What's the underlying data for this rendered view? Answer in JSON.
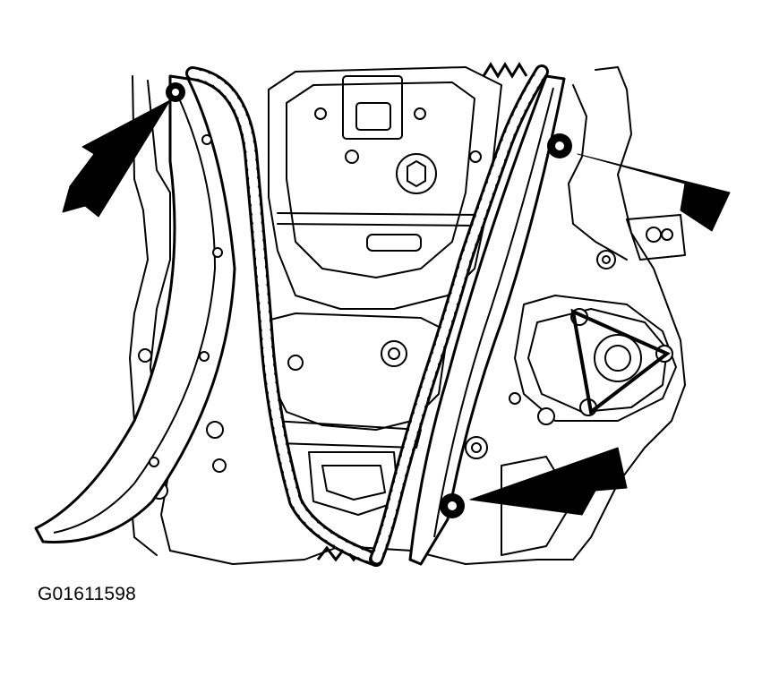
{
  "figure_id": "G01611598",
  "colors": {
    "ink": "#000000",
    "paper": "#ffffff"
  },
  "callouts": [
    {
      "name": "arrow-upper-left",
      "target": "left-guide-upper-bolt"
    },
    {
      "name": "arrow-upper-right",
      "target": "right-guide-upper-bolt"
    },
    {
      "name": "arrow-lower-right",
      "target": "right-guide-lower-bolt"
    }
  ]
}
